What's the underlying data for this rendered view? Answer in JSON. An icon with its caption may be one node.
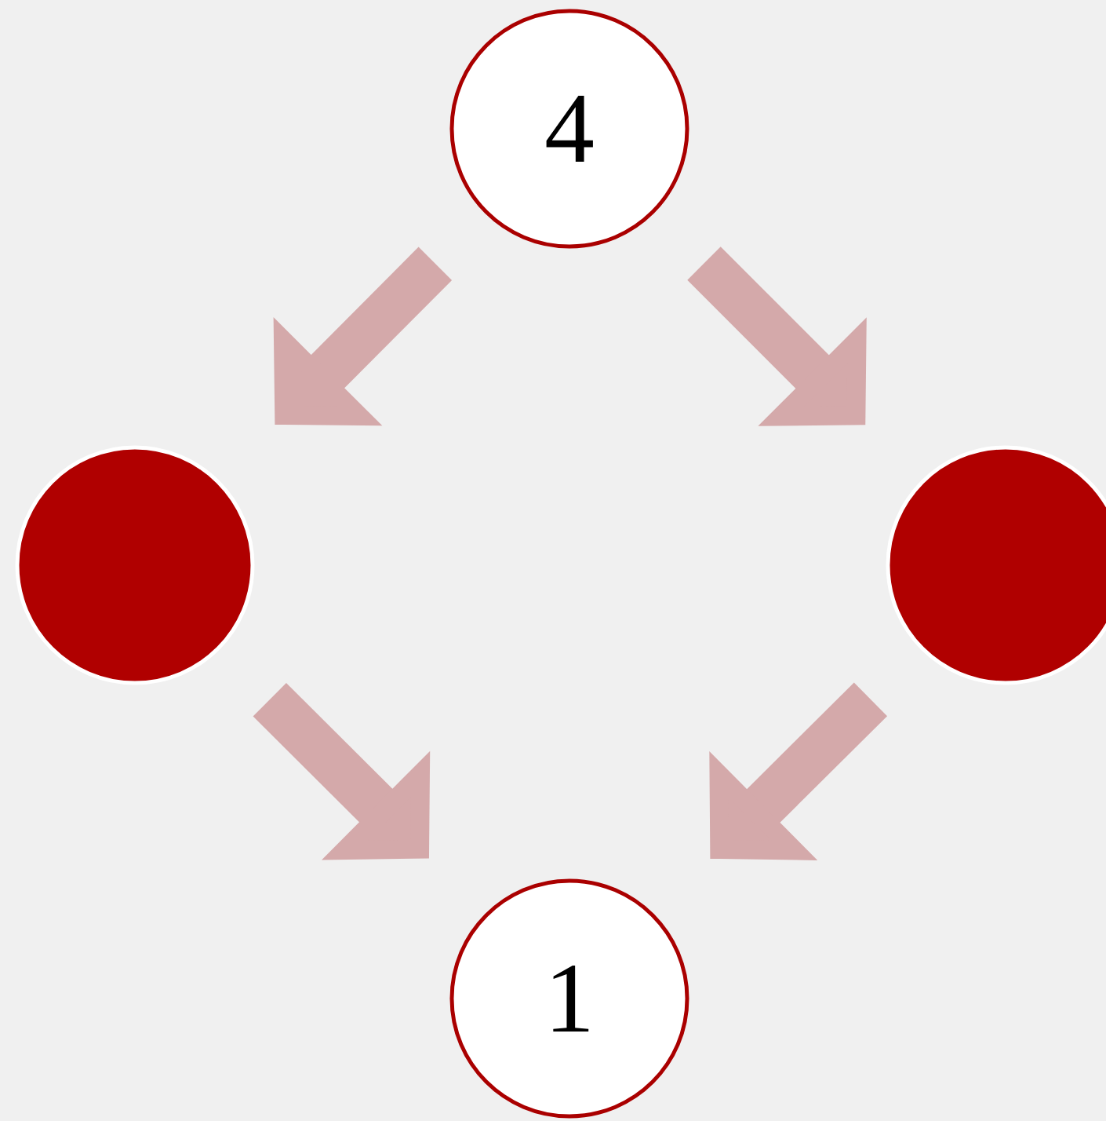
{
  "diagram": {
    "nodes": [
      {
        "text": [
          "4"
        ]
      },
      {
        "text": [],
        "shape": "circle"
      },
      {
        "text": [],
        "shape": "circle"
      },
      {
        "text": [
          "1"
        ]
      }
    ],
    "edges": [
      {
        "from": 0,
        "to": 1,
        "arrow": "to"
      },
      {
        "from": 0,
        "to": 2,
        "arrow": "to"
      },
      {
        "from": 1,
        "to": 3,
        "arrow": "to"
      },
      {
        "from": 2,
        "to": 3,
        "arrow": "to"
      }
    ]
  }
}
